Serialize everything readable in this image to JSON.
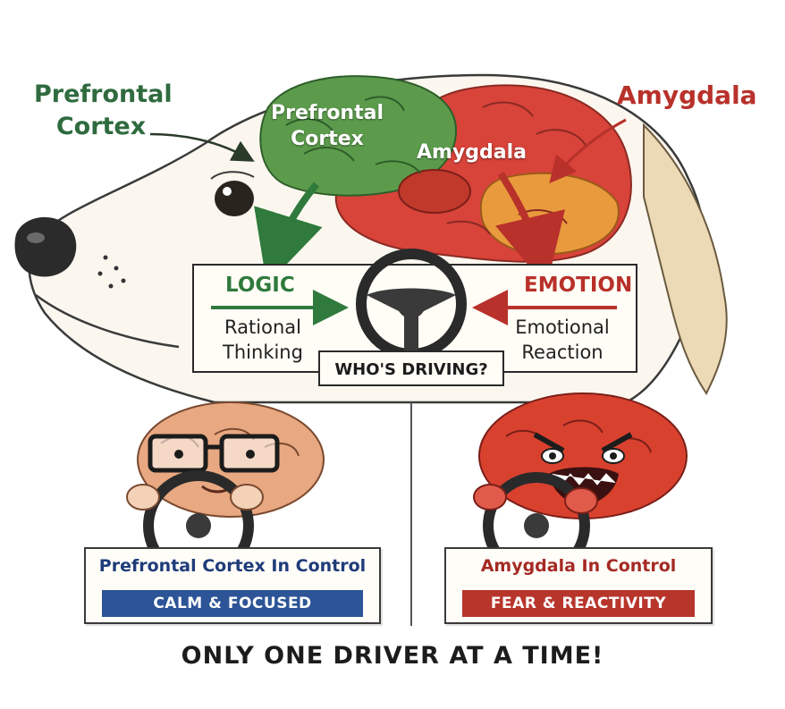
{
  "labels": {
    "prefrontal_cortex_external": "Prefrontal Cortex",
    "amygdala_external": "Amygdala",
    "prefrontal_cortex_on_brain": "Prefrontal Cortex",
    "amygdala_on_brain": "Amygdala"
  },
  "wheel_panel": {
    "logic_heading": "LOGIC",
    "logic_subtext": "Rational Thinking",
    "emotion_heading": "EMOTION",
    "emotion_subtext": "Emotional Reaction",
    "question": "WHO'S DRIVING?"
  },
  "scenarios": [
    {
      "title": "Prefrontal Cortex In Control",
      "state": "CALM & FOCUSED"
    },
    {
      "title": "Amygdala In Control",
      "state": "FEAR & REACTIVITY"
    }
  ],
  "footer": "ONLY ONE DRIVER AT A TIME!",
  "colors": {
    "prefrontal_green": "#4f8f44",
    "amygdala_red": "#c9362c",
    "calm_blue": "#2c5496",
    "fear_red": "#b8352c"
  },
  "icons": [
    "dog-head",
    "brain",
    "steering-wheel",
    "nerdy-brain-driver",
    "angry-brain-driver"
  ]
}
